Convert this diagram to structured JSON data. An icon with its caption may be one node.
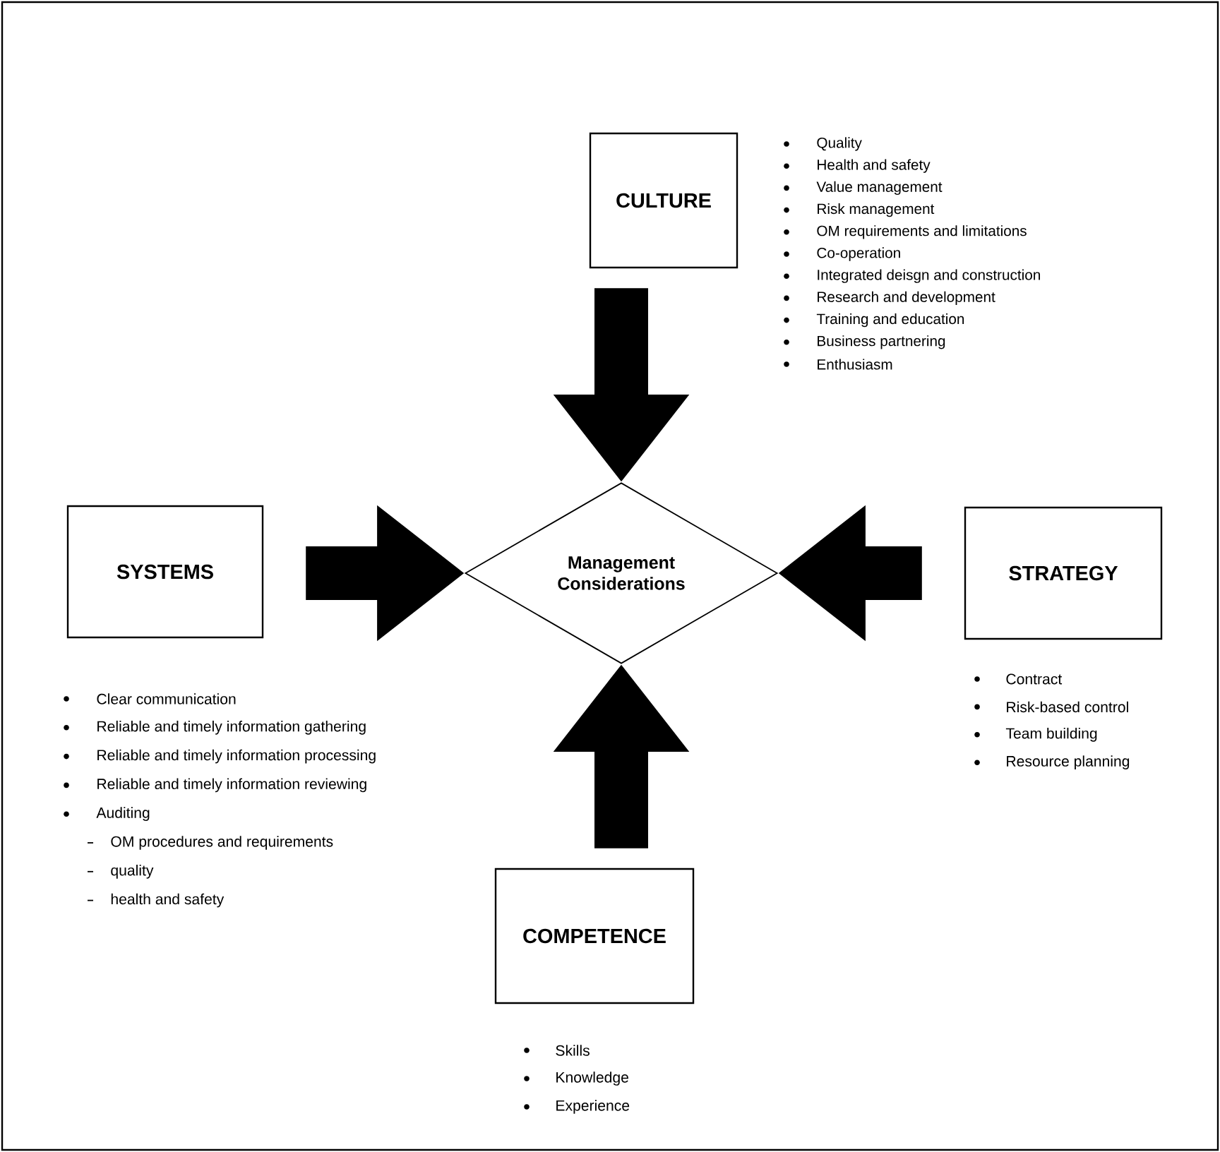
{
  "diagram": {
    "nodes": [
      {
        "text": [
          "CULTURE"
        ],
        "beside": [
          "Quality",
          "Health and safety",
          "Value management",
          "Risk management",
          "OM requirements and limitations",
          "Co-operation",
          "Integrated deisgn and construction",
          "Research and development",
          "Training and education",
          "Business partnering",
          "Enthusiasm"
        ]
      },
      {
        "text": [
          "SYSTEMS"
        ],
        "beside": [
          "Clear communication",
          "Reliable and timely information gathering",
          "Reliable and timely information processing",
          "Reliable and timely information reviewing",
          "Auditing",
          "OM procedures and requirements",
          "quality",
          "health and safety"
        ]
      },
      {
        "text": [
          "Management Considerations"
        ]
      },
      {
        "text": [
          "STRATEGY"
        ],
        "beside": [
          "Contract",
          "Risk-based control",
          "Team building",
          "Resource planning"
        ]
      },
      {
        "text": [
          "COMPETENCE"
        ],
        "beside": [
          "Skills",
          "Knowledge",
          "Experience"
        ]
      }
    ],
    "edges": [
      {
        "from": 0,
        "to": 2,
        "arrow": "to"
      },
      {
        "from": 1,
        "to": 2,
        "arrow": "to"
      },
      {
        "from": 3,
        "to": 2,
        "arrow": "to"
      },
      {
        "from": 4,
        "to": 2,
        "arrow": "to"
      }
    ]
  }
}
